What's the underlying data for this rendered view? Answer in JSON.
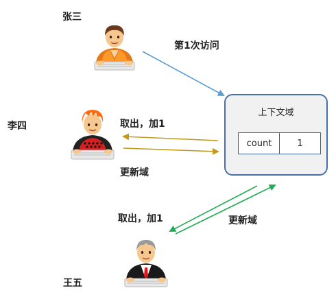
{
  "users": {
    "zhangsan": "张三",
    "lisi": "李四",
    "wangwu": "王五"
  },
  "labels": {
    "first_visit": "第1次访问",
    "lisi_take": "取出，加1",
    "lisi_update": "更新域",
    "wangwu_take": "取出，加1",
    "wangwu_update": "更新域"
  },
  "context": {
    "title": "上下文域",
    "key": "count",
    "value": "1"
  },
  "colors": {
    "arrow_blue": "#5b9bd5",
    "arrow_gold": "#c29a1e",
    "arrow_green": "#22aa55",
    "box_border": "#4a6fa5"
  }
}
